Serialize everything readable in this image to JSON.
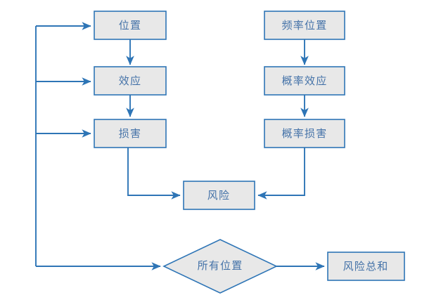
{
  "diagram": {
    "title": "",
    "type": "flowchart",
    "colors": {
      "node_fill": "#e8e8e8",
      "node_stroke": "#2e75b6",
      "label_text": "#4472a8",
      "connector": "#2e75b6",
      "background": "#ffffff"
    },
    "nodes": [
      {
        "id": "position",
        "label": "位置",
        "shape": "rect",
        "column": "left",
        "row": 1
      },
      {
        "id": "effect",
        "label": "效应",
        "shape": "rect",
        "column": "left",
        "row": 2
      },
      {
        "id": "damage",
        "label": "损害",
        "shape": "rect",
        "column": "left",
        "row": 3
      },
      {
        "id": "freq-position",
        "label": "频率位置",
        "shape": "rect",
        "column": "right",
        "row": 1
      },
      {
        "id": "prob-effect",
        "label": "概率效应",
        "shape": "rect",
        "column": "right",
        "row": 2
      },
      {
        "id": "prob-damage",
        "label": "概率损害",
        "shape": "rect",
        "column": "right",
        "row": 3
      },
      {
        "id": "risk",
        "label": "风险",
        "shape": "rect",
        "column": "center",
        "row": 4
      },
      {
        "id": "all-positions",
        "label": "所有位置",
        "shape": "diamond",
        "column": "center",
        "row": 5
      },
      {
        "id": "risk-total",
        "label": "风险总和",
        "shape": "rect",
        "column": "right",
        "row": 5
      }
    ],
    "edges": [
      {
        "id": "e-loop-position",
        "from": "loop-bus",
        "to": "position",
        "label": ""
      },
      {
        "id": "e-loop-effect",
        "from": "loop-bus",
        "to": "effect",
        "label": ""
      },
      {
        "id": "e-loop-damage",
        "from": "loop-bus",
        "to": "damage",
        "label": ""
      },
      {
        "id": "e-position-effect",
        "from": "position",
        "to": "effect",
        "label": ""
      },
      {
        "id": "e-effect-damage",
        "from": "effect",
        "to": "damage",
        "label": ""
      },
      {
        "id": "e-freqpos-probeff",
        "from": "freq-position",
        "to": "prob-effect",
        "label": ""
      },
      {
        "id": "e-probeff-probdam",
        "from": "prob-effect",
        "to": "prob-damage",
        "label": ""
      },
      {
        "id": "e-damage-risk",
        "from": "damage",
        "to": "risk",
        "label": ""
      },
      {
        "id": "e-probdamage-risk",
        "from": "prob-damage",
        "to": "risk",
        "label": ""
      },
      {
        "id": "e-loop-allpositions",
        "from": "loop-bus",
        "to": "all-positions",
        "label": ""
      },
      {
        "id": "e-allpositions-total",
        "from": "all-positions",
        "to": "risk-total",
        "label": ""
      }
    ]
  }
}
